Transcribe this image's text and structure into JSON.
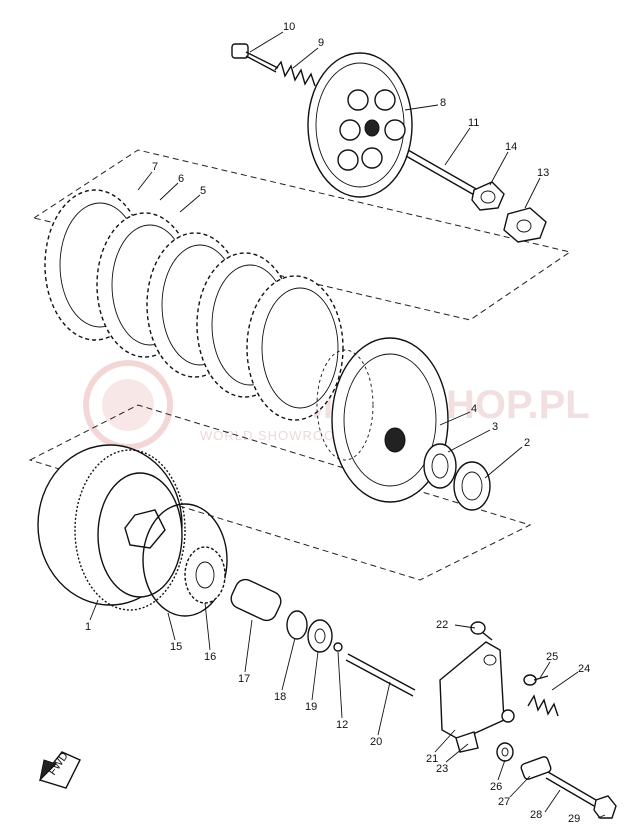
{
  "watermark": {
    "text": "MOTOSHOP.PL",
    "subtext": "WORLD SHOWROOM FOR YAMAHA",
    "color": "#e8b0b0"
  },
  "fwd_label": "FWD",
  "callouts": [
    {
      "id": "1",
      "label": "1"
    },
    {
      "id": "2",
      "label": "2"
    },
    {
      "id": "3",
      "label": "3"
    },
    {
      "id": "4",
      "label": "4"
    },
    {
      "id": "5",
      "label": "5"
    },
    {
      "id": "6",
      "label": "6"
    },
    {
      "id": "7",
      "label": "7"
    },
    {
      "id": "8",
      "label": "8"
    },
    {
      "id": "9",
      "label": "9"
    },
    {
      "id": "10",
      "label": "10"
    },
    {
      "id": "11",
      "label": "11"
    },
    {
      "id": "12",
      "label": "12"
    },
    {
      "id": "13",
      "label": "13"
    },
    {
      "id": "14",
      "label": "14"
    },
    {
      "id": "15",
      "label": "15"
    },
    {
      "id": "16",
      "label": "16"
    },
    {
      "id": "17",
      "label": "17"
    },
    {
      "id": "18",
      "label": "18"
    },
    {
      "id": "19",
      "label": "19"
    },
    {
      "id": "20",
      "label": "20"
    },
    {
      "id": "21",
      "label": "21"
    },
    {
      "id": "22",
      "label": "22"
    },
    {
      "id": "23",
      "label": "23"
    },
    {
      "id": "24",
      "label": "24"
    },
    {
      "id": "25",
      "label": "25"
    },
    {
      "id": "26",
      "label": "26"
    },
    {
      "id": "27",
      "label": "27"
    },
    {
      "id": "28",
      "label": "28"
    },
    {
      "id": "29",
      "label": "29"
    }
  ]
}
